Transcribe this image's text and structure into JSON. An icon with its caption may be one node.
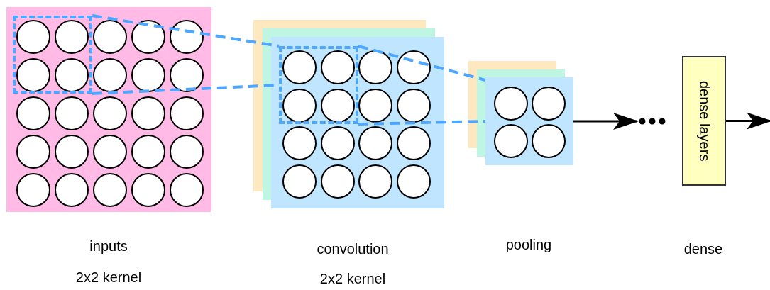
{
  "diagram": {
    "nodes": [
      {
        "text": [],
        "shape": "box"
      },
      {
        "text": [],
        "shape": "box",
        "in": 0
      },
      {
        "text": [],
        "shape": "box"
      },
      {
        "text": [],
        "shape": "box",
        "in": 2
      },
      {
        "text": [],
        "shape": "box"
      },
      {
        "text": [],
        "shape": "dots"
      },
      {
        "text": [
          "dense layers"
        ]
      }
    ],
    "edges": [
      {
        "from": 1,
        "to": 3,
        "arrow": "none",
        "style": "dashed",
        "color": "#4da6ff"
      },
      {
        "from": 1,
        "to": 3,
        "arrow": "none",
        "style": "dashed",
        "color": "#4da6ff"
      },
      {
        "from": 3,
        "to": 4,
        "arrow": "none",
        "style": "dashed",
        "color": "#4da6ff"
      },
      {
        "from": 3,
        "to": 4,
        "arrow": "none",
        "style": "dashed",
        "color": "#4da6ff"
      },
      {
        "from": 4,
        "to": 5,
        "arrow": "to",
        "color": "#000000"
      },
      {
        "from": 6,
        "to": null,
        "arrow": "to",
        "color": "#000000"
      }
    ],
    "labels": [
      "inputs",
      "convolution",
      "pooling",
      "dense",
      "2x2 kernel",
      "2x2 kernel"
    ]
  }
}
